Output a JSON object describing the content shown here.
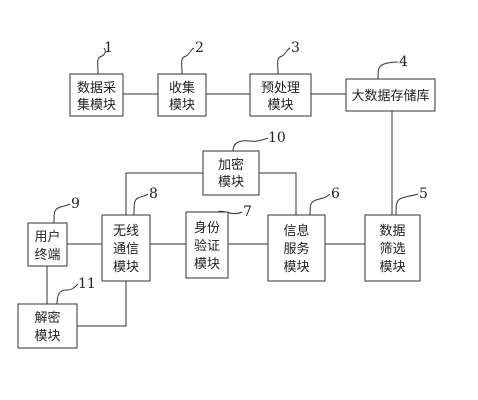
{
  "modules": {
    "m1": {
      "lines": [
        "数据采",
        "集模块"
      ]
    },
    "m2": {
      "lines": [
        "收集",
        "模块"
      ]
    },
    "m3": {
      "lines": [
        "预处理",
        "模块"
      ]
    },
    "m4": {
      "lines": [
        "大数据存储库"
      ]
    },
    "m5": {
      "lines": [
        "数据",
        "筛选",
        "模块"
      ]
    },
    "m6": {
      "lines": [
        "信息",
        "服务",
        "模块"
      ]
    },
    "m7": {
      "lines": [
        "身份",
        "验证",
        "模块"
      ]
    },
    "m8": {
      "lines": [
        "无线",
        "通信",
        "模块"
      ]
    },
    "m9": {
      "lines": [
        "用户",
        "终端"
      ]
    },
    "m10": {
      "lines": [
        "加密",
        "模块"
      ]
    },
    "m11": {
      "lines": [
        "解密",
        "模块"
      ]
    }
  },
  "reference_numbers": {
    "m1": "1",
    "m2": "2",
    "m3": "3",
    "m4": "4",
    "m5": "5",
    "m6": "6",
    "m7": "7",
    "m8": "8",
    "m9": "9",
    "m10": "10",
    "m11": "11"
  }
}
